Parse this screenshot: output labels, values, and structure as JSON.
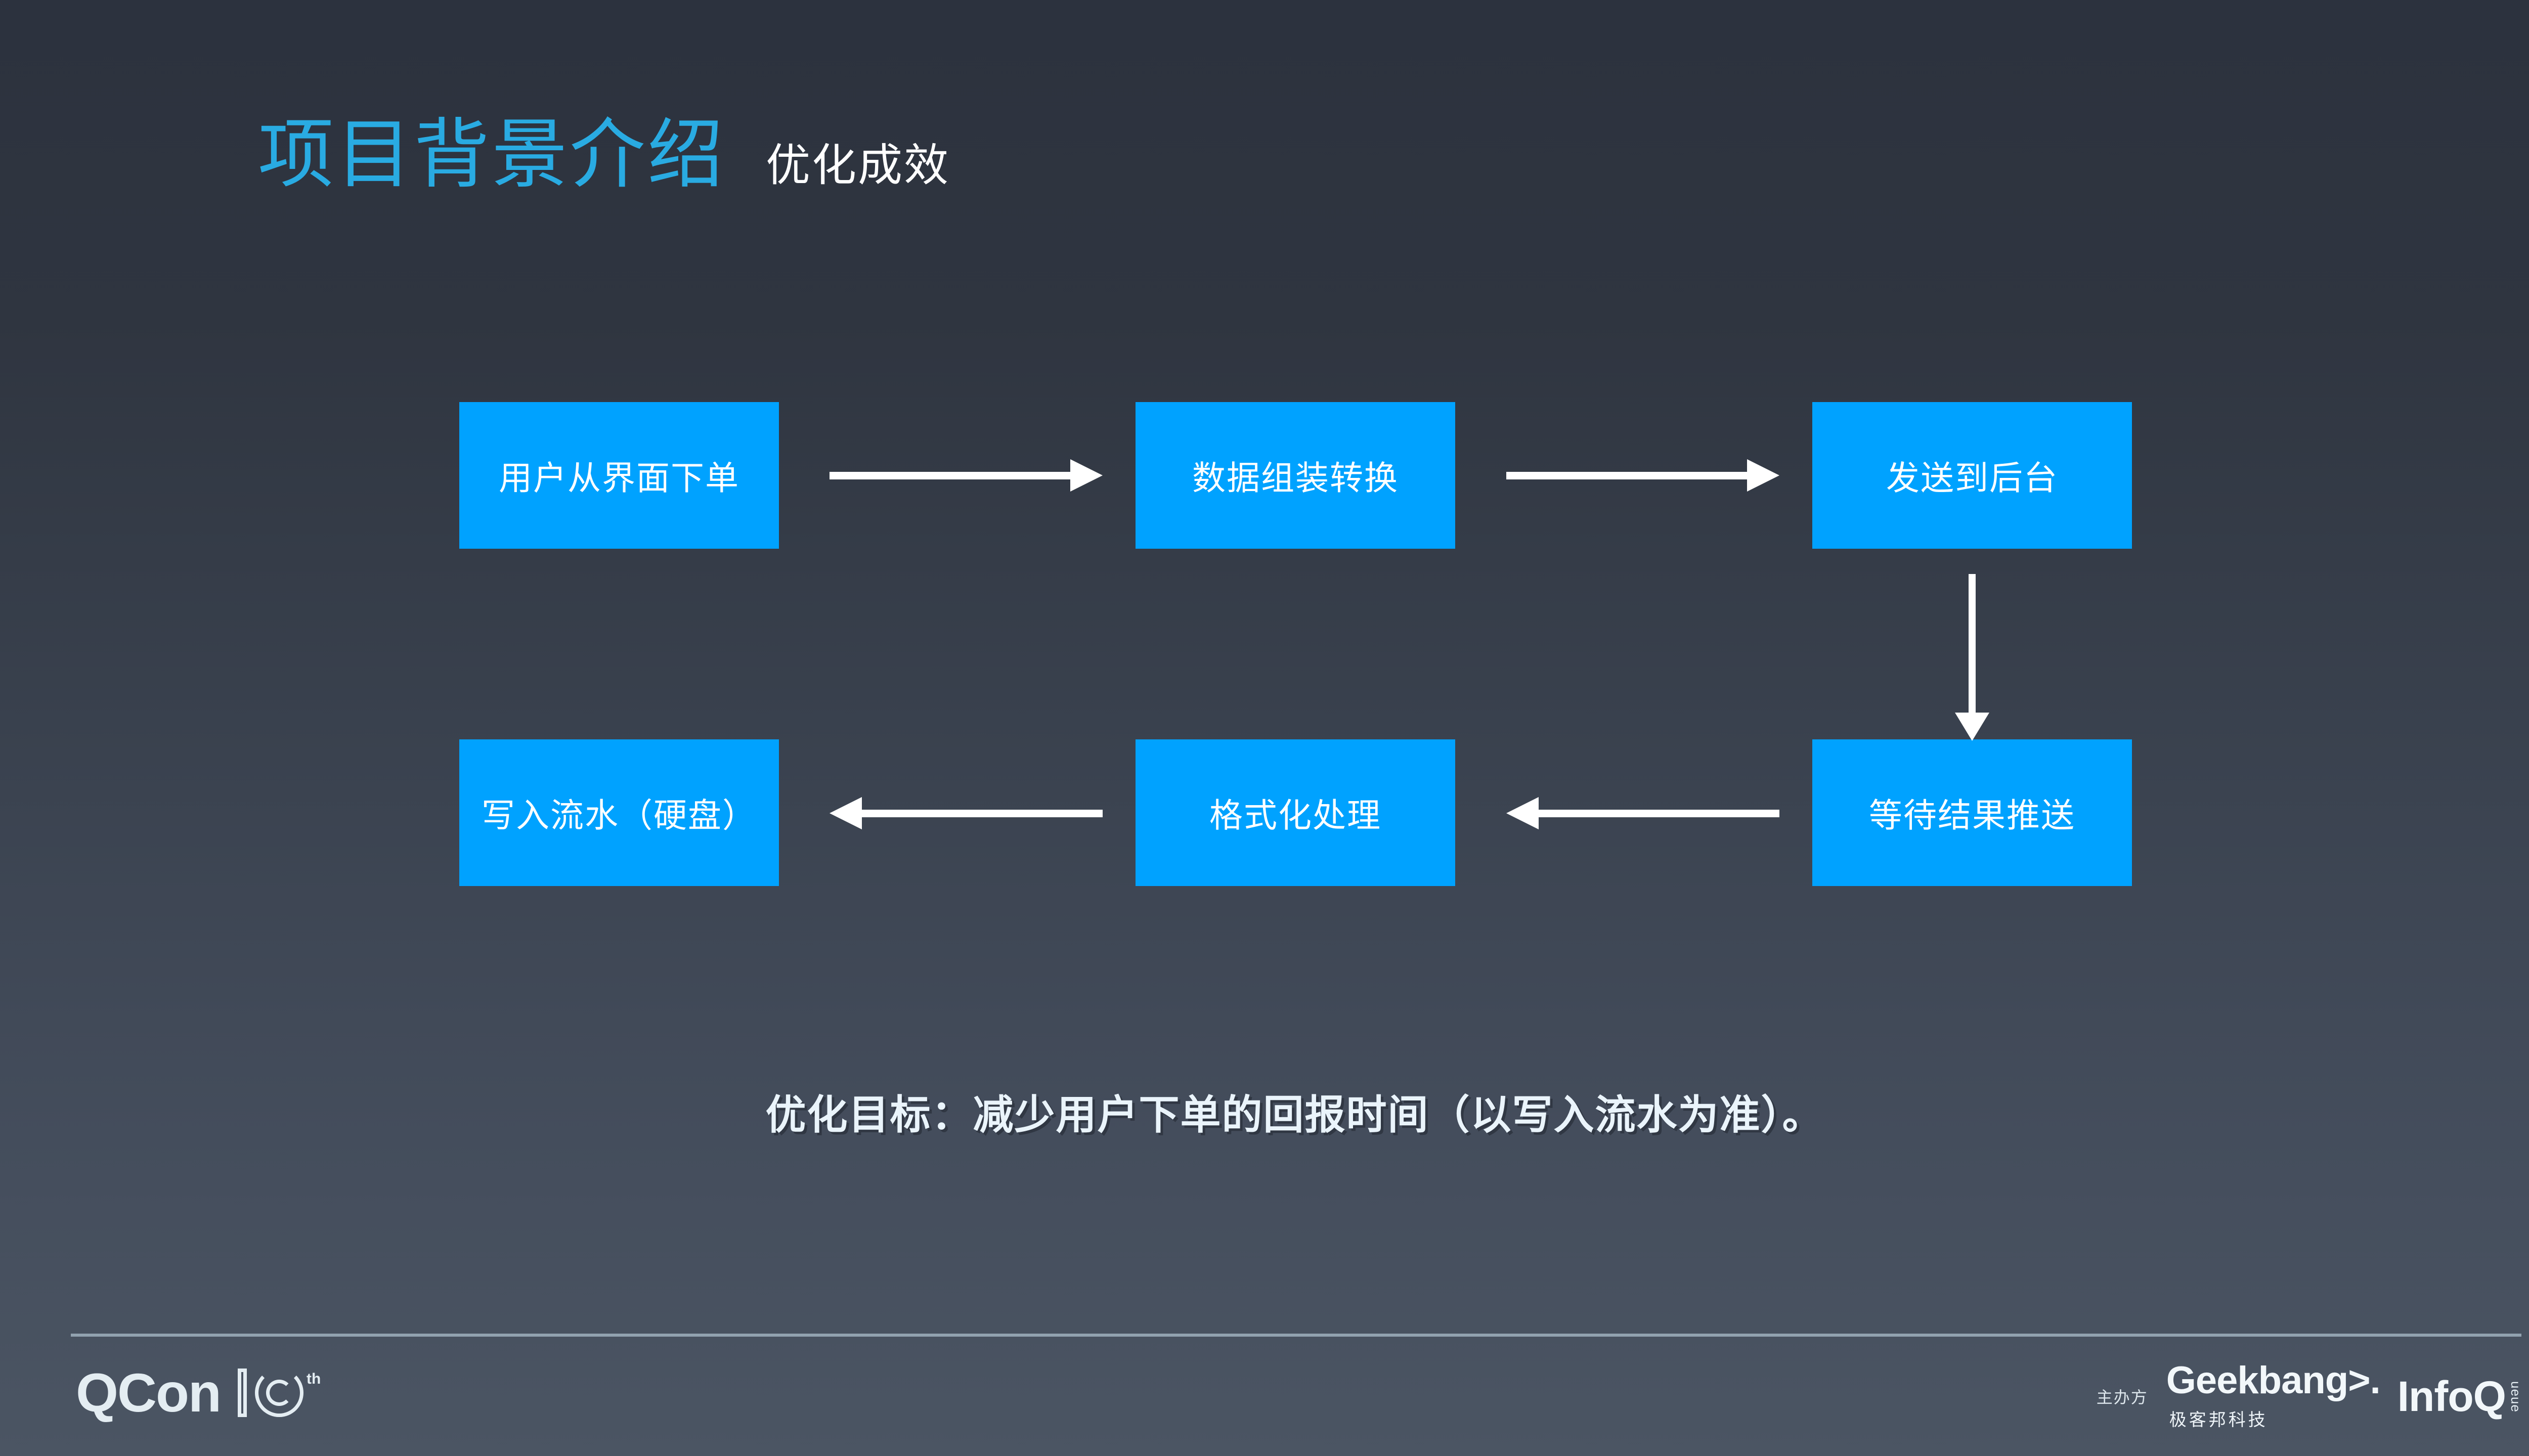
{
  "header": {
    "title": "项目背景介绍",
    "subtitle": "优化成效",
    "title_color": "#29abe2",
    "subtitle_color": "#ffffff"
  },
  "diagram": {
    "node_color": "#00a2ff",
    "node_text_color": "#ffffff",
    "arrow_color": "#ffffff",
    "nodes": [
      {
        "id": "n1",
        "label": "用户从界面下单",
        "row": 1,
        "col": 1
      },
      {
        "id": "n2",
        "label": "数据组装转换",
        "row": 1,
        "col": 2
      },
      {
        "id": "n3",
        "label": "发送到后台",
        "row": 1,
        "col": 3
      },
      {
        "id": "n4",
        "label": "写入流水（硬盘）",
        "row": 2,
        "col": 1
      },
      {
        "id": "n5",
        "label": "格式化处理",
        "row": 2,
        "col": 2
      },
      {
        "id": "n6",
        "label": "等待结果推送",
        "row": 2,
        "col": 3
      }
    ],
    "edges": [
      {
        "id": "a1",
        "from": "n1",
        "to": "n2",
        "direction": "right"
      },
      {
        "id": "a2",
        "from": "n2",
        "to": "n3",
        "direction": "right"
      },
      {
        "id": "a3",
        "from": "n3",
        "to": "n6",
        "direction": "down"
      },
      {
        "id": "a4",
        "from": "n6",
        "to": "n5",
        "direction": "left"
      },
      {
        "id": "a5",
        "from": "n5",
        "to": "n4",
        "direction": "left"
      }
    ]
  },
  "caption": {
    "text": "优化目标：减少用户下单的回报时间（以写入流水为准）。"
  },
  "footer": {
    "qcon": {
      "wordmark": "QCon",
      "anniversary_suffix": "th"
    },
    "host_label": "主办方",
    "geekbang": {
      "en": "Geekbang>.",
      "cn": "极客邦科技"
    },
    "infoq": {
      "en": "InfoQ",
      "sub": "ueue"
    }
  }
}
